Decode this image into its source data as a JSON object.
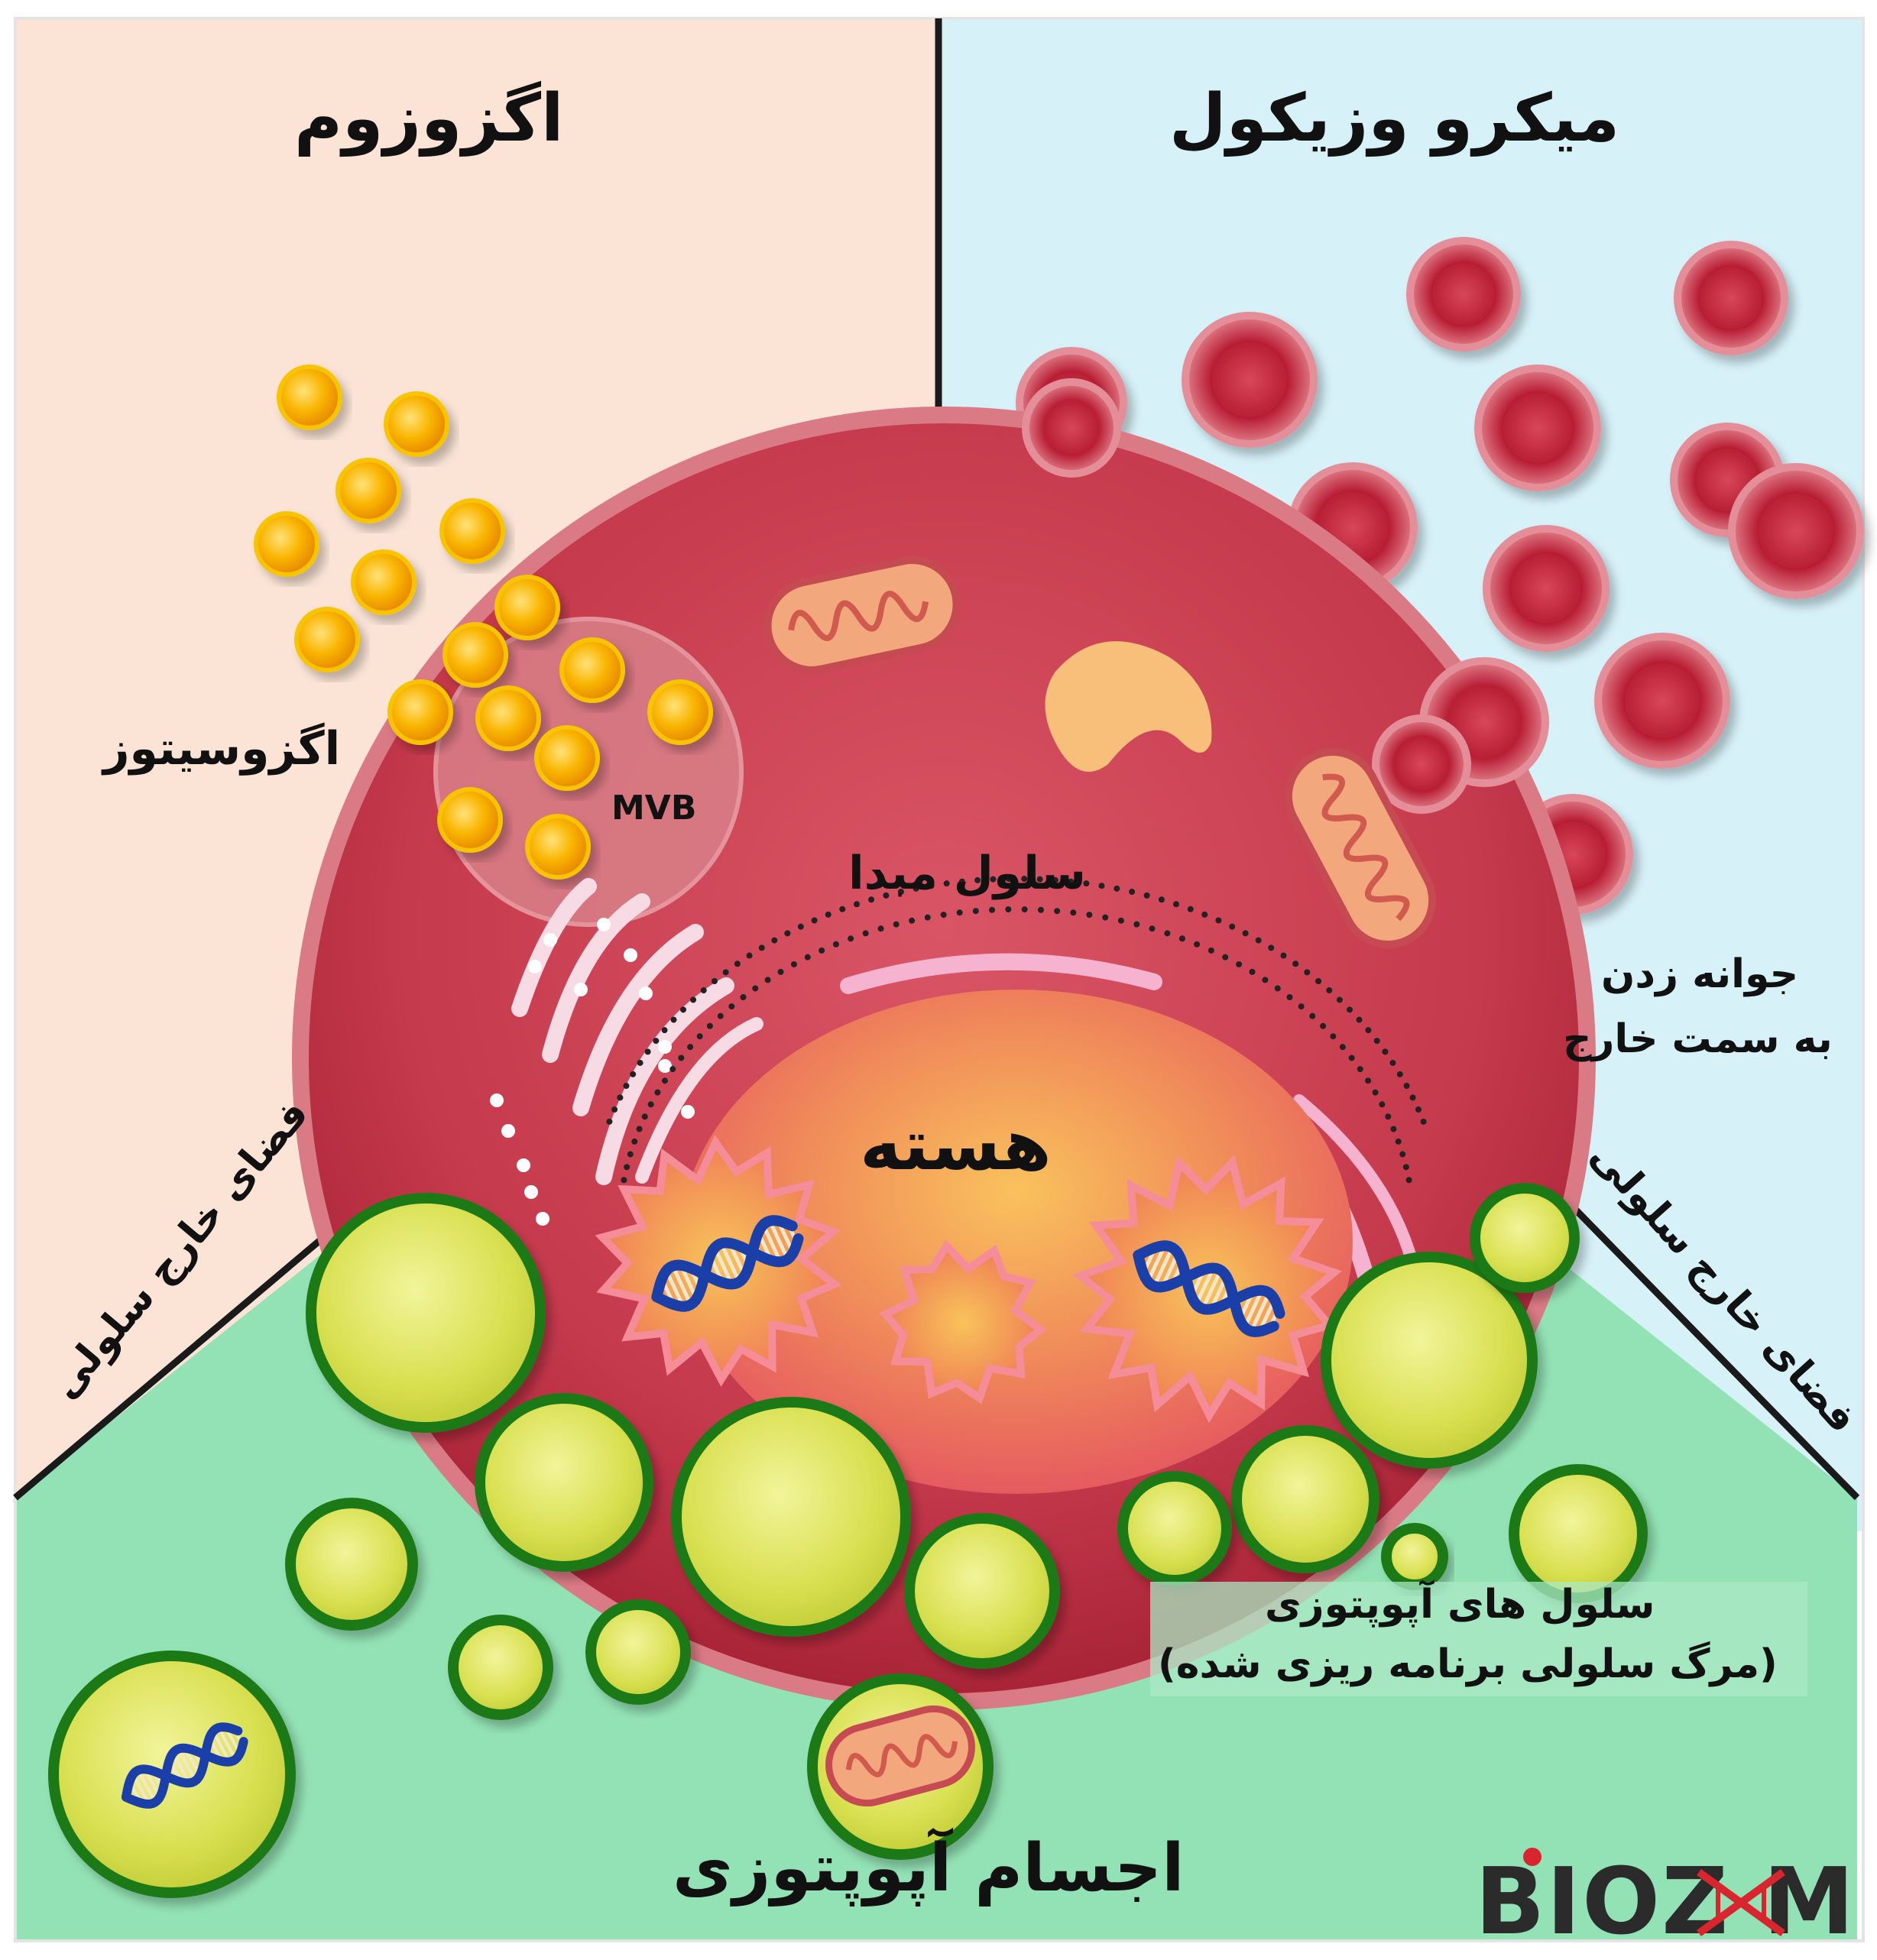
{
  "labels": {
    "exosome": "اگزوزوم",
    "microvesicle": "میکرو وزیکول",
    "exocytosis": "اگزوسیتوز",
    "mvb": "MVB",
    "source_cell": "سلول مبدا",
    "nucleus": "هسته",
    "budding_line1": "جوانه زدن",
    "budding_line2": "به سمت خارج",
    "extracellular_left": "فضای خارج سلولی",
    "extracellular_right": "فضای خارج سلولی",
    "apoptotic_cells_line1": "سلول های آپوپتوزی",
    "apoptotic_cells_line2": "(مرگ سلولی برنامه ریزی شده)",
    "apoptotic_bodies": "اجسام آپوپتوزی",
    "logo": "BIOZ  M"
  },
  "colors": {
    "exosome_bg": "#fbe4d6",
    "microvesicle_bg": "#d6f1f8",
    "apoptotic_bg": "#93e2b5",
    "cell_fill": "#c8404f",
    "vesicle_red": "#c0283c",
    "exosome_yellow": "#f7b500",
    "apoptotic_green": "#dde65a"
  }
}
